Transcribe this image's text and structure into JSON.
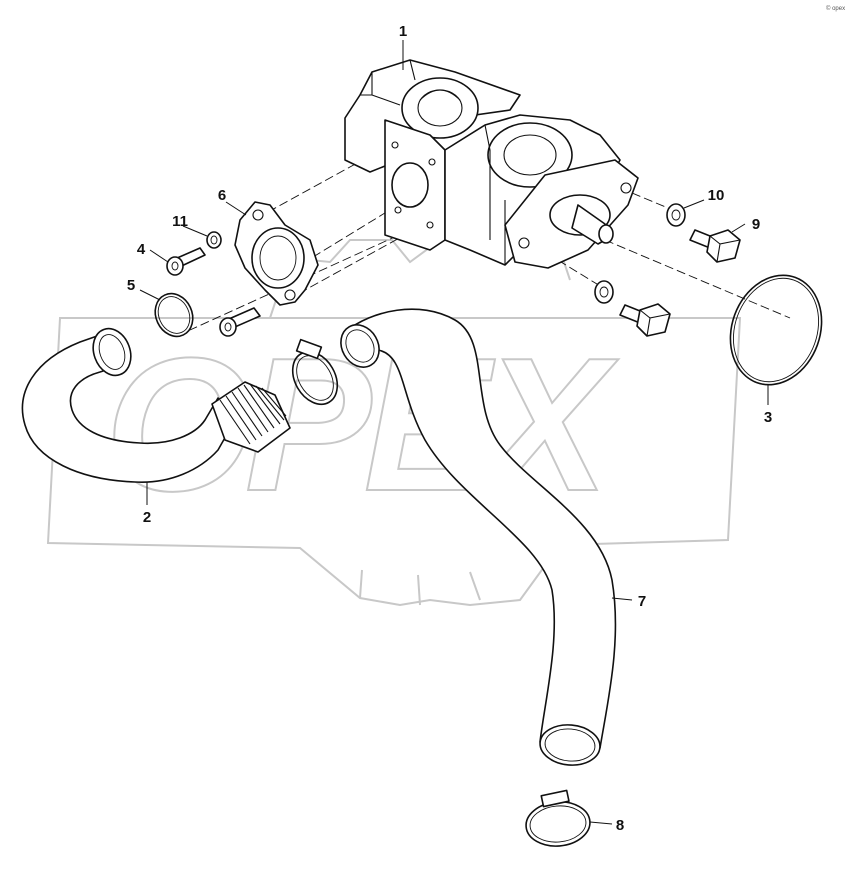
{
  "watermark": {
    "brand": "OPEX"
  },
  "corner_mark": "© opex",
  "callouts": [
    {
      "id": "1",
      "label": "1"
    },
    {
      "id": "2",
      "label": "2"
    },
    {
      "id": "3",
      "label": "3"
    },
    {
      "id": "4",
      "label": "4"
    },
    {
      "id": "5",
      "label": "5"
    },
    {
      "id": "6",
      "label": "6"
    },
    {
      "id": "7",
      "label": "7"
    },
    {
      "id": "8",
      "label": "8"
    },
    {
      "id": "9",
      "label": "9"
    },
    {
      "id": "10",
      "label": "10"
    },
    {
      "id": "11",
      "label": "11"
    }
  ]
}
